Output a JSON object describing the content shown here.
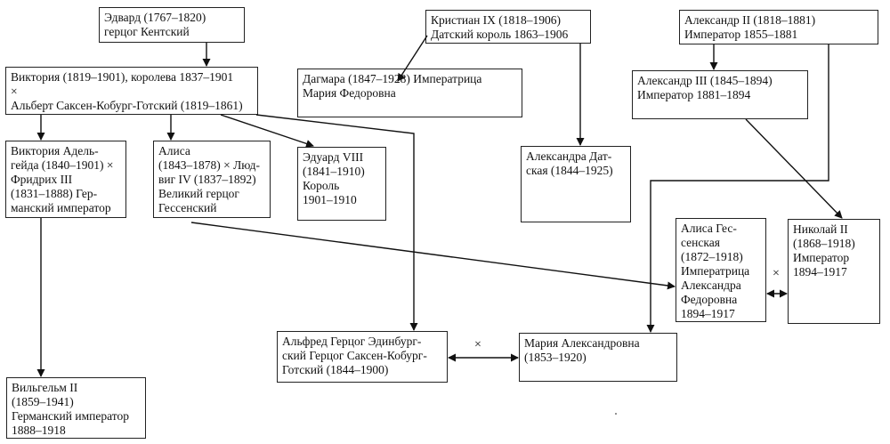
{
  "nodes": {
    "edward": {
      "lines": [
        "Эдвард (1767–1820)",
        "герцог Кентский"
      ]
    },
    "christian": {
      "lines": [
        "Кристиан IX (1818–1906)",
        "Датский король 1863–1906"
      ]
    },
    "alexander2": {
      "lines": [
        "Александр II (1818–1881)",
        "Император 1855–1881"
      ]
    },
    "victoria": {
      "lines": [
        "Виктория (1819–1901), королева 1837–1901",
        "×",
        "Альберт Саксен-Кобург-Готский (1819–1861)"
      ]
    },
    "dagmar": {
      "lines": [
        "Дагмара (1847–1928) Императрица",
        "Мария Федоровна"
      ]
    },
    "alexander3": {
      "lines": [
        "Александр III (1845–1894)",
        "Император 1881–1894"
      ]
    },
    "victoria_ad": {
      "lines": [
        "Виктория Адель-",
        "гейда (1840–1901) ×",
        "Фридрих III",
        "(1831–1888) Гер-",
        "манский император"
      ]
    },
    "alice": {
      "lines": [
        "Алиса",
        "(1843–1878) × Люд-",
        "виг IV (1837–1892)",
        "Великий герцог",
        "Гессенский"
      ]
    },
    "edward8": {
      "lines": [
        "Эдуард VIII",
        "(1841–1910)",
        "Король",
        "1901–1910"
      ]
    },
    "alexandra": {
      "lines": [
        "Александра Дат-",
        "ская (1844–1925)"
      ]
    },
    "alice_hesse": {
      "lines": [
        "Алиса Гес-",
        "сенская",
        "(1872–1918)",
        "Императрица",
        "Александра",
        "Федоровна",
        "1894–1917"
      ]
    },
    "nicholas2": {
      "lines": [
        "Николай II",
        "(1868–1918)",
        "Император",
        "1894–1917"
      ]
    },
    "alfred": {
      "lines": [
        "Альфред Герцог Эдинбург-",
        "ский Герцог Саксен-Кобург-",
        "Готский (1844–1900)"
      ]
    },
    "maria": {
      "lines": [
        "Мария Александровна",
        "(1853–1920)"
      ]
    },
    "wilhelm2": {
      "lines": [
        "Вильгельм II",
        "(1859–1941)",
        "Германский император",
        "1888–1918"
      ]
    }
  },
  "marriage_marks": {
    "nicholas_alice": "×",
    "alfred_maria": "×"
  }
}
